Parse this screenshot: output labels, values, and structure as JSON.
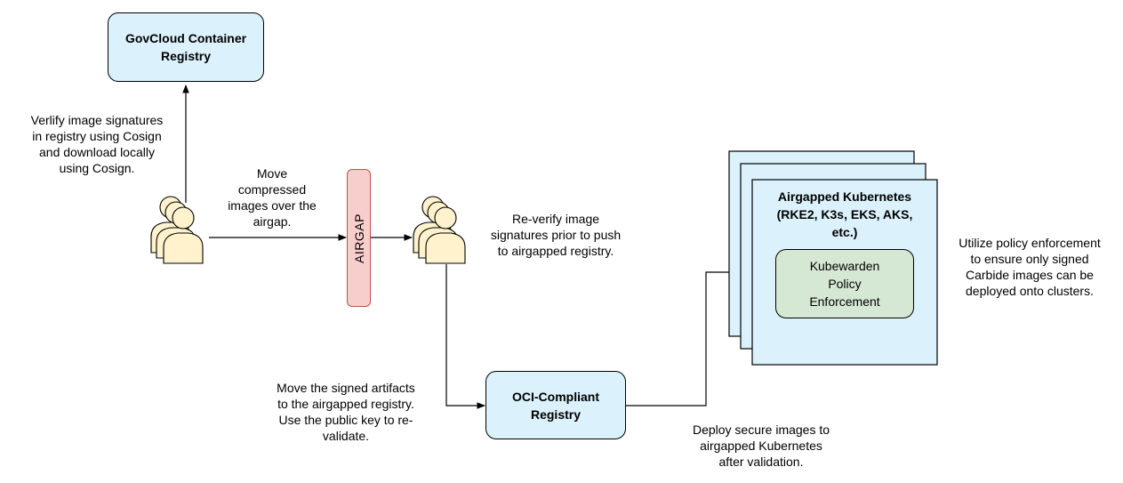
{
  "nodes": {
    "govcloud_registry": "GovCloud Container\nRegistry",
    "airgap": "AIRGAP",
    "oci_registry": "OCI-Compliant\nRegistry",
    "k8s_title": "Airgapped Kubernetes\n(RKE2, K3s, EKS, AKS,\netc.)",
    "kubewarden": "Kubewarden\nPolicy\nEnforcement"
  },
  "annotations": {
    "verify_download": "Verlify image signatures\nin registry using Cosign\nand download locally\nusing Cosign.",
    "move_compressed": "Move\ncompressed\nimages over the\nairgap.",
    "reverify": "Re-verify image\nsignatures prior to push\nto airgapped registry.",
    "move_signed": "Move the signed artifacts\nto the airgapped registry.\nUse the public key to re-\nvalidate.",
    "deploy_secure": "Deploy secure images to\nairgapped Kubernetes\nafter validation.",
    "policy_enforcement": "Utilize policy enforcement\nto ensure only signed\nCarbide images can be\ndeployed onto clusters."
  },
  "icons": [
    "users-icon",
    "users-icon"
  ],
  "colors": {
    "registry_fill": "#dbf1fb",
    "airgap_fill": "#f8cecc",
    "airgap_stroke": "#b85450",
    "kubewarden_fill": "#d5e8d4",
    "kubewarden_stroke": "#82b366",
    "user_fill": "#fff2cc",
    "stroke": "#000000"
  }
}
